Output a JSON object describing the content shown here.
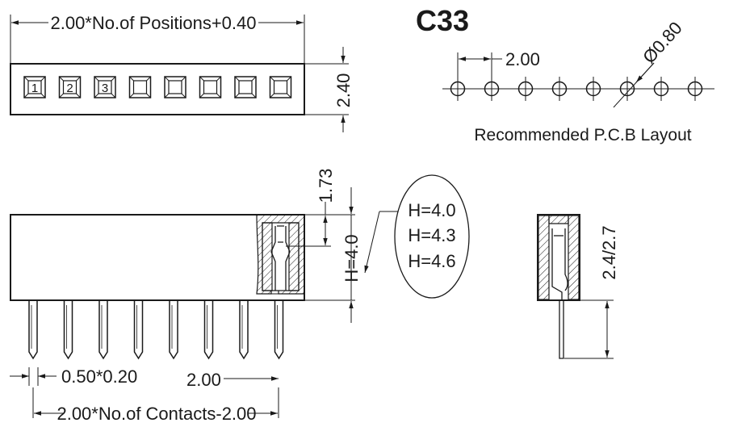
{
  "part_code": "C33",
  "top_view": {
    "length_dim": "2.00*No.of Positions+0.40",
    "height_dim": "2.40",
    "pin_labels": [
      "1",
      "2",
      "3",
      "",
      "",
      "",
      "",
      ""
    ]
  },
  "pcb_layout": {
    "pitch_dim": "2.00",
    "hole_dim": "Ø0.80",
    "caption": "Recommended P.C.B Layout",
    "hole_count": 8
  },
  "front_view": {
    "top_dim": "1.73",
    "height_dim": "H=4.0",
    "pin_size_dim": "0.50*0.20",
    "pitch_dim": "2.00",
    "span_dim": "2.00*No.of Contacts-2.00",
    "pin_count": 8
  },
  "height_options": [
    "H=4.0",
    "H=4.3",
    "H=4.6"
  ],
  "side_view": {
    "tail_dim": "2.4/2.7"
  }
}
